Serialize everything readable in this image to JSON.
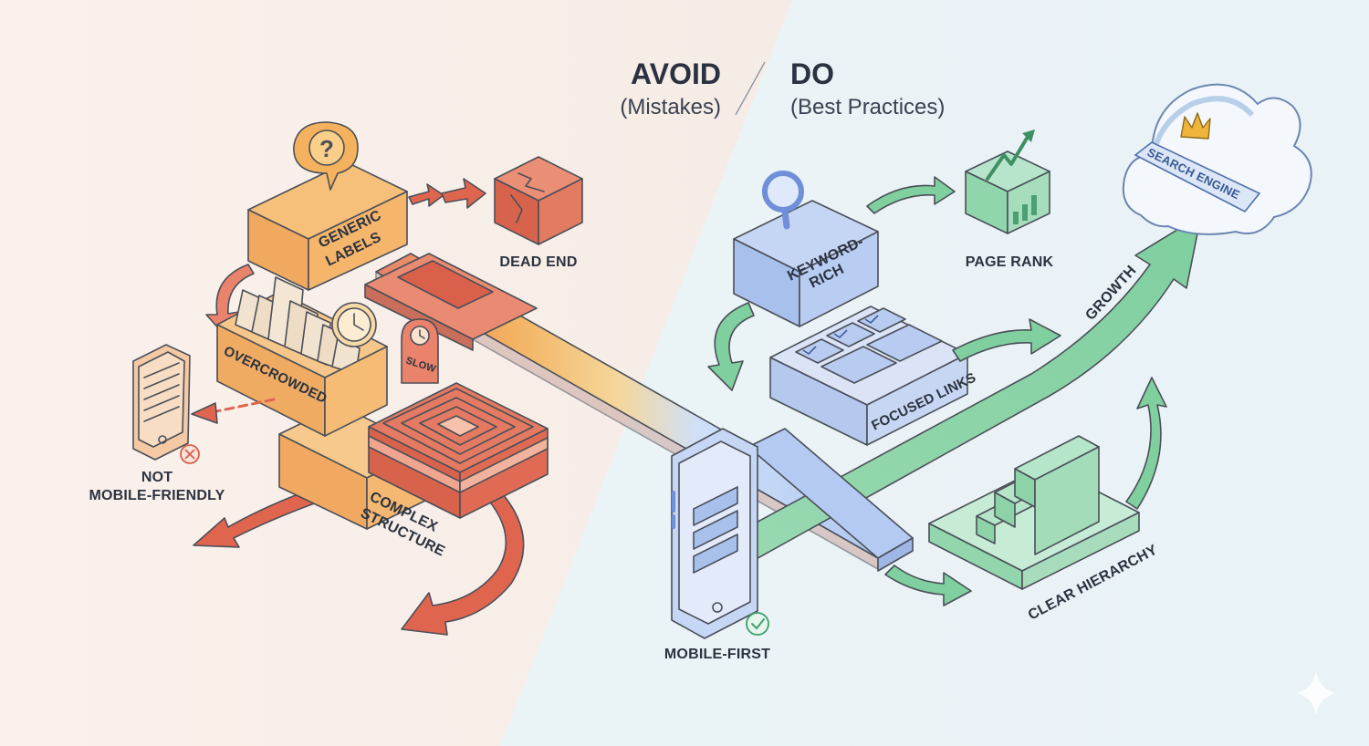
{
  "header": {
    "avoid_title": "AVOID",
    "avoid_subtitle": "(Mistakes)",
    "do_title": "DO",
    "do_subtitle": "(Best Practices)"
  },
  "avoid": {
    "generic_labels": [
      "GENERIC",
      "LABELS"
    ],
    "dead_end": "DEAD END",
    "overcrowded": "OVERCROWDED",
    "slow": "SLOW",
    "not_mobile_friendly": [
      "NOT",
      "MOBILE-FRIENDLY"
    ],
    "complex_structure": [
      "COMPLEX",
      "STRUCTURE"
    ]
  },
  "do": {
    "keyword_rich": [
      "KEYWORD-",
      "RICH"
    ],
    "page_rank": "PAGE RANK",
    "focused_links": "FOCUSED LINKS",
    "search_engine": "SEARCH ENGINE",
    "growth": "GROWTH",
    "clear_hierarchy": "CLEAR HIERARCHY",
    "mobile_first": "MOBILE-FIRST"
  },
  "colors": {
    "avoid_background": "#f9efe9",
    "do_background": "#e8f2f5",
    "warning_red": "#e0654f",
    "warning_orange": "#f2a85a",
    "good_green": "#7fd0a4",
    "good_blue": "#a9c4ef"
  }
}
